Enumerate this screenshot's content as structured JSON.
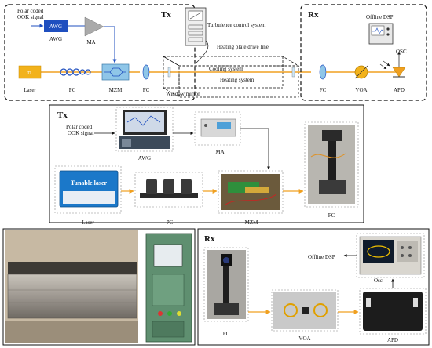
{
  "top": {
    "tx_title": "Tx",
    "rx_title": "Rx",
    "signal_label_1": "Polar coded",
    "signal_label_2": "OOK signal",
    "awg_box": "AWG",
    "awg": "AWG",
    "ma": "MA",
    "tl_box": "TL",
    "laser": "Laser",
    "pc": "PC",
    "mzm": "MZM",
    "fc_tx": "FC",
    "turbulence_control": "Turbulence control system",
    "heating_plate_line": "Heating plate drive line",
    "cooling": "Cooling system",
    "heating": "Heating system",
    "window_mirror": "Window mirror",
    "fc_rx": "FC",
    "voa": "VOA",
    "apd": "APD",
    "offline_dsp": "Offline DSP",
    "osc": "OSC"
  },
  "middle": {
    "title": "Tx",
    "signal_label_1": "Polar coded",
    "signal_label_2": "OOK signal",
    "awg": "AWG",
    "ma": "MA",
    "tunable_laser_text": "Tunable laser",
    "laser": "Laser",
    "pc": "PC",
    "mzm": "MZM",
    "fc": "FC"
  },
  "bottom": {
    "title": "Rx",
    "offline_dsp": "Offline DSP",
    "osc": "Osc",
    "fc": "FC",
    "voa": "VOA",
    "apd": "APD"
  },
  "colors": {
    "signal_line": "#1f4fbf",
    "beam_orange": "#f0a020",
    "laser_yellow": "#f2b21b",
    "mzm_blue": "#8fc6e8",
    "tunable_laser_blue": "#1b78c9"
  }
}
